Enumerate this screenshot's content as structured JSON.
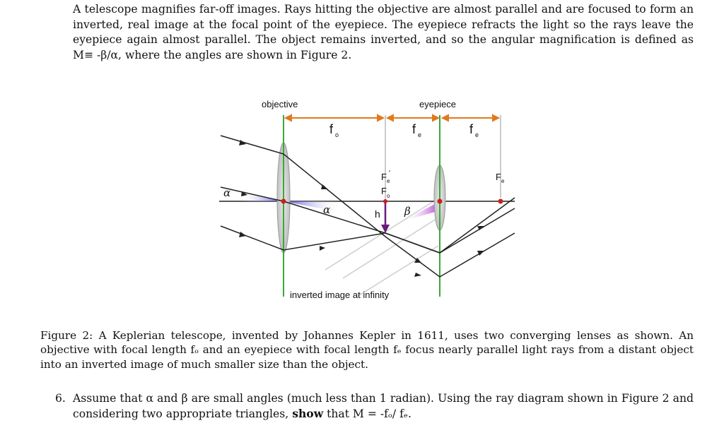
{
  "intro": {
    "text": "A telescope magnifies far-off images. Rays hitting the objective are almost parallel and are focused to form an inverted, real image at the focal point of the eyepiece. The eyepiece refracts the light so the rays leave the eyepiece again almost parallel. The object remains inverted, and so the angular magnification is defined as M≡ -β/α, where the angles are shown in Figure 2."
  },
  "figure": {
    "labels": {
      "objective": "objective",
      "eyepiece": "eyepiece",
      "f_o": "f",
      "f_o_sub": "o",
      "f_e1": "f",
      "f_e1_sub": "e",
      "f_e2": "f",
      "f_e2_sub": "e",
      "Fe_prime": "F",
      "Fe_prime_sub": "e",
      "Fe_prime_mark": "′",
      "Fo": "F",
      "Fo_sub": "o",
      "Fe_right": "F",
      "Fe_right_sub": "e",
      "alpha_left": "α",
      "alpha_inner": "α",
      "beta": "β",
      "h": "h",
      "inverted_image": "inverted image at infinity"
    },
    "colors": {
      "lens_axis": "#3aa63a",
      "focal_arrow": "#e07a1f",
      "ray": "#222222",
      "alpha_fill": "#5a4fd6",
      "beta_fill": "#c04ad6",
      "image_arrow": "#6a1a7a",
      "focal_dot": "#cc1f1f",
      "virtual_ray": "#c8c8c8"
    }
  },
  "caption": {
    "label": "Figure 2:",
    "text": "A Keplerian telescope, invented by Johannes Kepler in 1611, uses two converging lenses as shown. An objective with focal length fₒ and an eyepiece with focal length fₑ focus nearly parallel light rays from a distant object into an inverted image of much smaller size than the object."
  },
  "question": {
    "number": "6.",
    "text_before": "Assume that α and β are small angles (much less than 1 radian). Using the ray diagram shown in Figure 2 and considering two appropriate triangles, ",
    "bold": "show",
    "text_after": " that M = -fₒ/ fₑ."
  }
}
